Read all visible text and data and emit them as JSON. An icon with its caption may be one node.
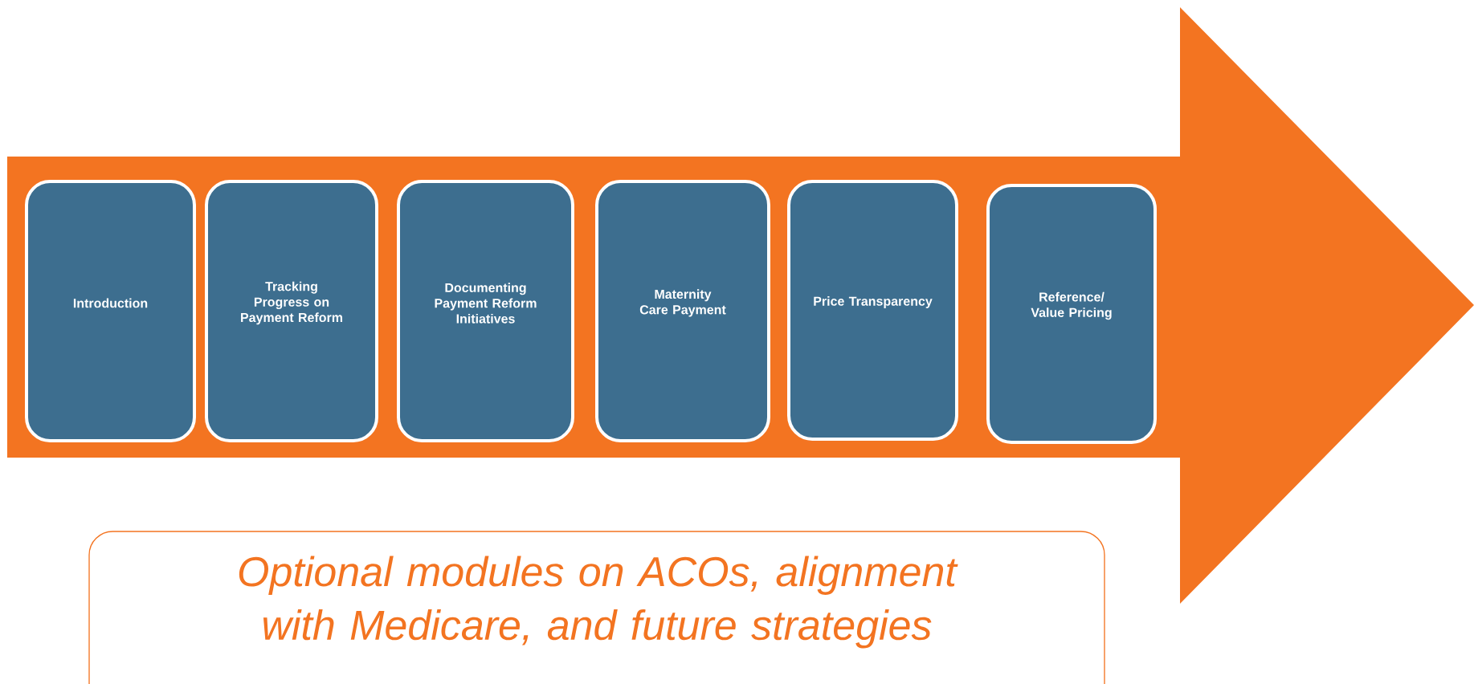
{
  "diagram": {
    "nodes": [
      {
        "text": [
          "Introduction"
        ]
      },
      {
        "text": [
          "Tracking Progress on Payment Reform"
        ]
      },
      {
        "text": [
          "Documenting Payment Reform Initiatives"
        ]
      },
      {
        "text": [
          "Maternity Care Payment"
        ]
      },
      {
        "text": [
          "Price Transparency"
        ]
      },
      {
        "text": [
          "Reference/ Value Pricing"
        ]
      },
      {
        "text": [
          "Optional modules on ACOs, alignment with Medicare, and future strategies"
        ]
      }
    ],
    "edges": []
  }
}
